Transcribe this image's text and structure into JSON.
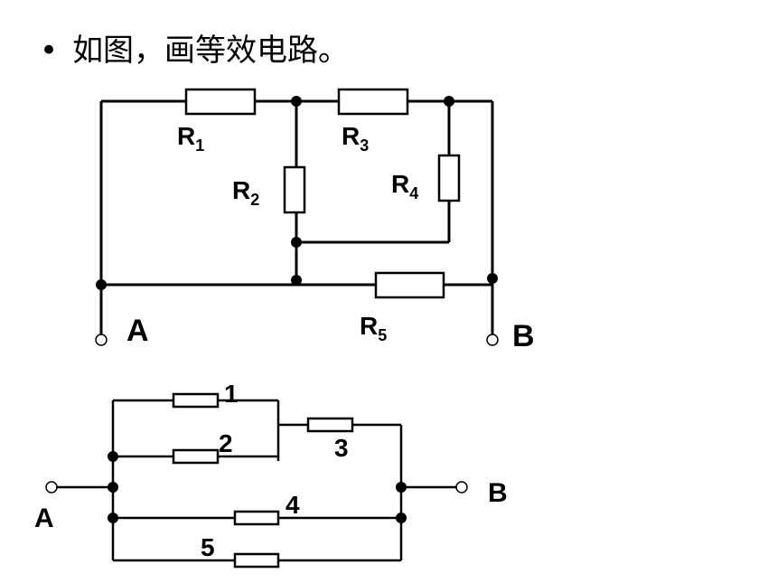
{
  "title": {
    "bullet": "•",
    "text": "如图，画等效电路。"
  },
  "circuit1": {
    "r1": {
      "main": "R",
      "sub": "1"
    },
    "r2": {
      "main": "R",
      "sub": "2"
    },
    "r3": {
      "main": "R",
      "sub": "3"
    },
    "r4": {
      "main": "R",
      "sub": "4"
    },
    "r5": {
      "main": "R",
      "sub": "5"
    },
    "terminal_a": "A",
    "terminal_b": "B"
  },
  "circuit2": {
    "r1": "1",
    "r2": "2",
    "r3": "3",
    "r4": "4",
    "r5": "5",
    "terminal_a": "A",
    "terminal_b": "B"
  }
}
